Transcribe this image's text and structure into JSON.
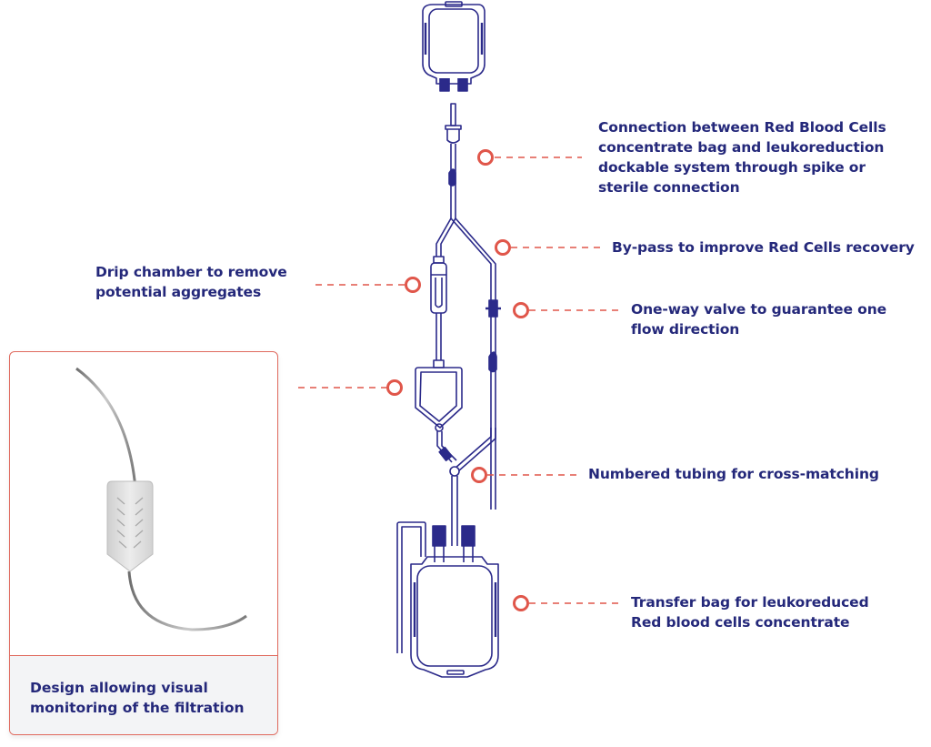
{
  "colors": {
    "line": "#2b2a8a",
    "accent": "#e0564a",
    "text": "#24287a",
    "panel": "#f3f4f6"
  },
  "callouts": [
    {
      "id": "connection",
      "text_lines": [
        "Connection between Red Blood Cells",
        "concentrate bag and leukoreduction",
        "dockable system through spike or",
        "sterile connection"
      ]
    },
    {
      "id": "bypass",
      "text_lines": [
        "By-pass to improve Red Cells recovery"
      ]
    },
    {
      "id": "drip",
      "text_lines": [
        "Drip chamber to remove",
        "potential aggregates"
      ]
    },
    {
      "id": "valve",
      "text_lines": [
        "One-way valve to guarantee one",
        "flow direction"
      ]
    },
    {
      "id": "tubing",
      "text_lines": [
        "Numbered tubing for cross-matching"
      ]
    },
    {
      "id": "transfer",
      "text_lines": [
        "Transfer bag for leukoreduced",
        "Red blood cells concentrate"
      ]
    }
  ],
  "filter_card": {
    "caption_lines": [
      "Design allowing visual",
      "monitoring of the filtration"
    ],
    "icon": "filter-photo"
  }
}
